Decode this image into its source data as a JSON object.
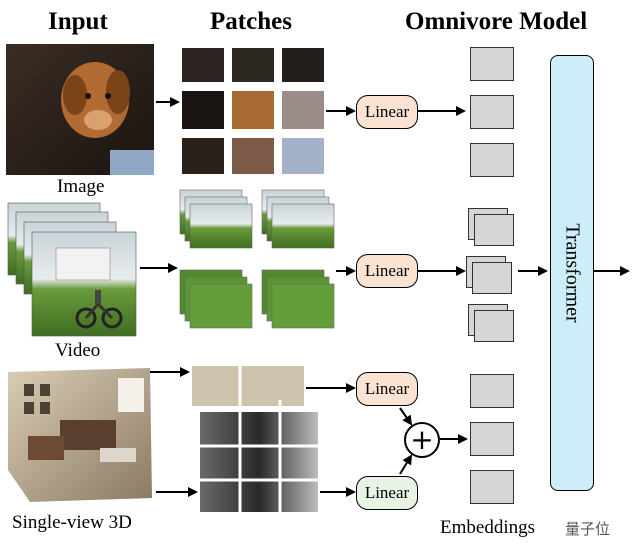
{
  "headers": {
    "input": "Input",
    "patches": "Patches",
    "model": "Omnivore Model"
  },
  "modality_labels": {
    "image": "Image",
    "video": "Video",
    "depth": "Single-view 3D"
  },
  "linear_label": "Linear",
  "plus_symbol": "+",
  "transformer_label": "Transformer",
  "embeddings_label": "Embeddings",
  "watermark": "量子位",
  "colors": {
    "linear_image": "#fbe3d3",
    "linear_video": "#fbe3d3",
    "linear_rgb": "#fbe3d3",
    "linear_depth": "#e7f4e4",
    "transformer": "#cdeef8",
    "embedding": "#d6d6d6"
  }
}
